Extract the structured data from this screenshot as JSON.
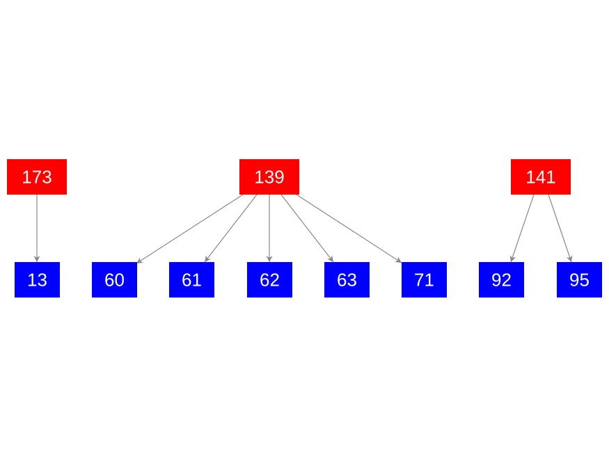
{
  "colors": {
    "parent": "#ff0000",
    "child": "#0000ff",
    "edge": "#888888",
    "label": "#ffffff"
  },
  "parents": [
    {
      "id": "p173",
      "label": "173"
    },
    {
      "id": "p139",
      "label": "139"
    },
    {
      "id": "p141",
      "label": "141"
    }
  ],
  "children": [
    {
      "id": "c13",
      "label": "13"
    },
    {
      "id": "c60",
      "label": "60"
    },
    {
      "id": "c61",
      "label": "61"
    },
    {
      "id": "c62",
      "label": "62"
    },
    {
      "id": "c63",
      "label": "63"
    },
    {
      "id": "c71",
      "label": "71"
    },
    {
      "id": "c92",
      "label": "92"
    },
    {
      "id": "c95",
      "label": "95"
    }
  ],
  "edges": [
    {
      "from": "p173",
      "to": "c13"
    },
    {
      "from": "p139",
      "to": "c60"
    },
    {
      "from": "p139",
      "to": "c61"
    },
    {
      "from": "p139",
      "to": "c62"
    },
    {
      "from": "p139",
      "to": "c63"
    },
    {
      "from": "p139",
      "to": "c71"
    },
    {
      "from": "p141",
      "to": "c92"
    },
    {
      "from": "p141",
      "to": "c95"
    }
  ]
}
